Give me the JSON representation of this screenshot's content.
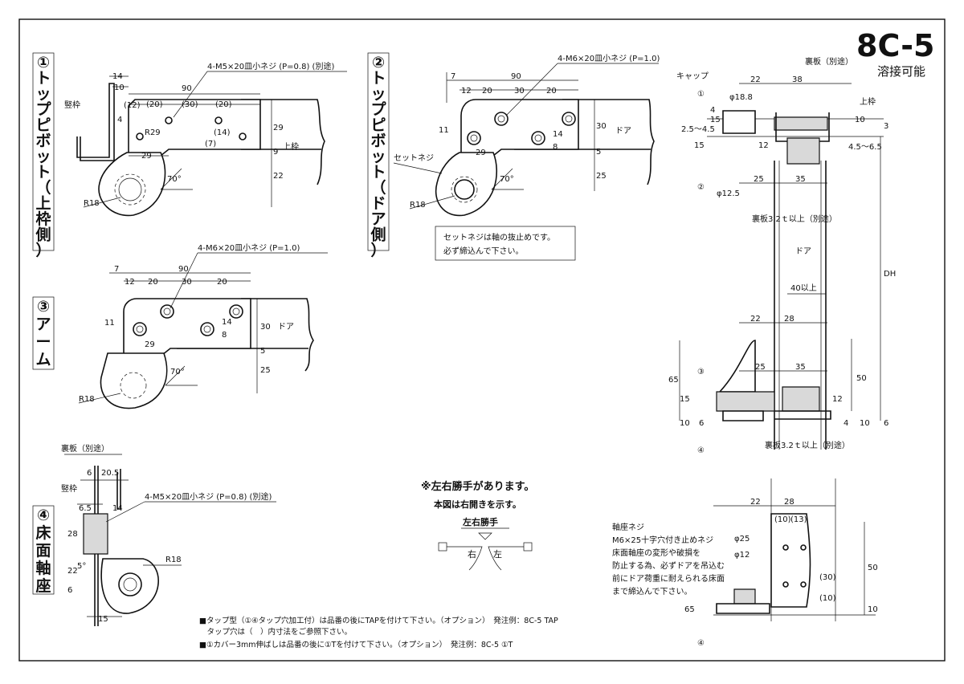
{
  "model": "8C-5",
  "weldable": "溶接可能",
  "part_labels": {
    "p1": {
      "num": "①",
      "chars": [
        "ト",
        "ッ",
        "プ",
        "ピ",
        "ボ",
        "ッ",
        "ト",
        "（",
        "上",
        "枠",
        "側",
        "）"
      ]
    },
    "p2": {
      "num": "②",
      "chars": [
        "ト",
        "ッ",
        "プ",
        "ピ",
        "ボ",
        "ッ",
        "ト",
        "（",
        "ド",
        "ア",
        "側",
        "）"
      ]
    },
    "p3": {
      "num": "③",
      "chars": [
        "ア",
        "ー",
        "ム"
      ]
    },
    "p4": {
      "num": "④",
      "chars": [
        "床",
        "面",
        "軸",
        "座"
      ]
    }
  },
  "view1": {
    "screw": "4-M5×20皿小ネジ (P=0.8) (別途)",
    "frame": "竪枠",
    "upper_frame": "上枠",
    "radius": "R18",
    "r29": "R29",
    "angle": "70°",
    "dims": {
      "d14": "14",
      "d10": "10",
      "d90": "90",
      "d12": "(12)",
      "d20a": "(20)",
      "d30": "(30)",
      "d20b": "(20)",
      "d4": "4",
      "d7": "(7)",
      "d14b": "(14)",
      "d29v": "29",
      "d9": "9",
      "d22": "22",
      "d29h": "29"
    }
  },
  "view2": {
    "screw": "4-M6×20皿小ネジ (P=1.0)",
    "door": "ドア",
    "set_screw": "セットネジ",
    "radius": "R18",
    "angle": "70°",
    "dims": {
      "d7": "7",
      "d90": "90",
      "d12": "12",
      "d20a": "20",
      "d30": "30",
      "d20b": "20",
      "d11": "11",
      "d8": "8",
      "d14": "14",
      "d30v": "30",
      "d5": "5",
      "d29": "29",
      "d25": "25"
    }
  },
  "note_box": [
    "セットネジは軸の抜止めです。",
    "必ず締込んで下さい。"
  ],
  "view3": {
    "screw": "4-M6×20皿小ネジ (P=1.0)",
    "door": "ドア",
    "radius": "R18",
    "angle": "70°",
    "dims": {
      "d7": "7",
      "d90": "90",
      "d12": "12",
      "d20a": "20",
      "d30": "30",
      "d20b": "20",
      "d11": "11",
      "d8": "8",
      "d14": "14",
      "d30v": "30",
      "d5": "5",
      "d29": "29",
      "d25": "25"
    }
  },
  "view4": {
    "back_plate": "裏板（別途）",
    "frame": "竪枠",
    "screw": "4-M5×20皿小ネジ (P=0.8) (別途)",
    "radius": "R18",
    "angle": "5°",
    "dims": {
      "d6": "6",
      "d205": "20.5",
      "d65": "6.5",
      "d14": "14",
      "d28": "28",
      "d6b": "6",
      "d22": "22",
      "d15": "15"
    }
  },
  "elevation": {
    "cap": "キャップ",
    "back_plate_top": "裏板（別途）",
    "upper_frame": "上枠",
    "phi188": "φ18.8",
    "phi125": "φ12.5",
    "back_plate_32a": "裏板3.2ｔ以上（別途）",
    "back_plate_32b": "裏板3.2ｔ以上（別途）",
    "door": "ドア",
    "min40": "40以上",
    "dh": "DH",
    "markers": [
      "①",
      "②",
      "③",
      "④"
    ],
    "dims": {
      "d22a": "22",
      "d38": "38",
      "d15": "15",
      "d4": "4",
      "d25_45": "2.5～4.5",
      "d15b": "15",
      "d12": "12",
      "d10": "10",
      "d3": "3",
      "d45_65": "4.5～6.5",
      "d25a": "25",
      "d35a": "35",
      "d22b": "22",
      "d28": "28",
      "d25b": "25",
      "d35b": "35",
      "d65": "65",
      "d50": "50",
      "d12b": "12",
      "d10b": "10",
      "d15c": "15",
      "d6": "6",
      "d4b": "4",
      "d10c": "10",
      "d6b": "6"
    }
  },
  "handed": {
    "line1": "※左右勝手があります。",
    "line2": "本図は右開きを示す。",
    "title": "左右勝手",
    "right": "右",
    "left": "左"
  },
  "floor_detail": {
    "shaft": "軸座ネジ",
    "screw": "M6×25十字穴付き止めネジ",
    "notes": [
      "床面軸座の変形や破損を",
      "防止する為、必ずドアを吊込む",
      "前にドア荷重に耐えられる床面",
      "まで締込んで下さい。"
    ],
    "marker": "④",
    "dims": {
      "d22": "22",
      "d28": "28",
      "d10": "(10)",
      "d13": "(13)",
      "phi25": "φ25",
      "phi12": "φ12",
      "d30": "(30)",
      "d10b": "(10)",
      "d50": "50",
      "d65": "65",
      "d10c": "10"
    }
  },
  "footnotes": [
    "■タップ型（①④タップ穴加工付）は品番の後にTAPを付けて下さい。（オプション）　発注例：8C-5 TAP",
    "　タップ穴は（　）内寸法をご参照下さい。",
    "■①カバー3mm伸ばしは品番の後に①Tを付けて下さい。（オプション）　発注例：8C-5 ①T"
  ]
}
